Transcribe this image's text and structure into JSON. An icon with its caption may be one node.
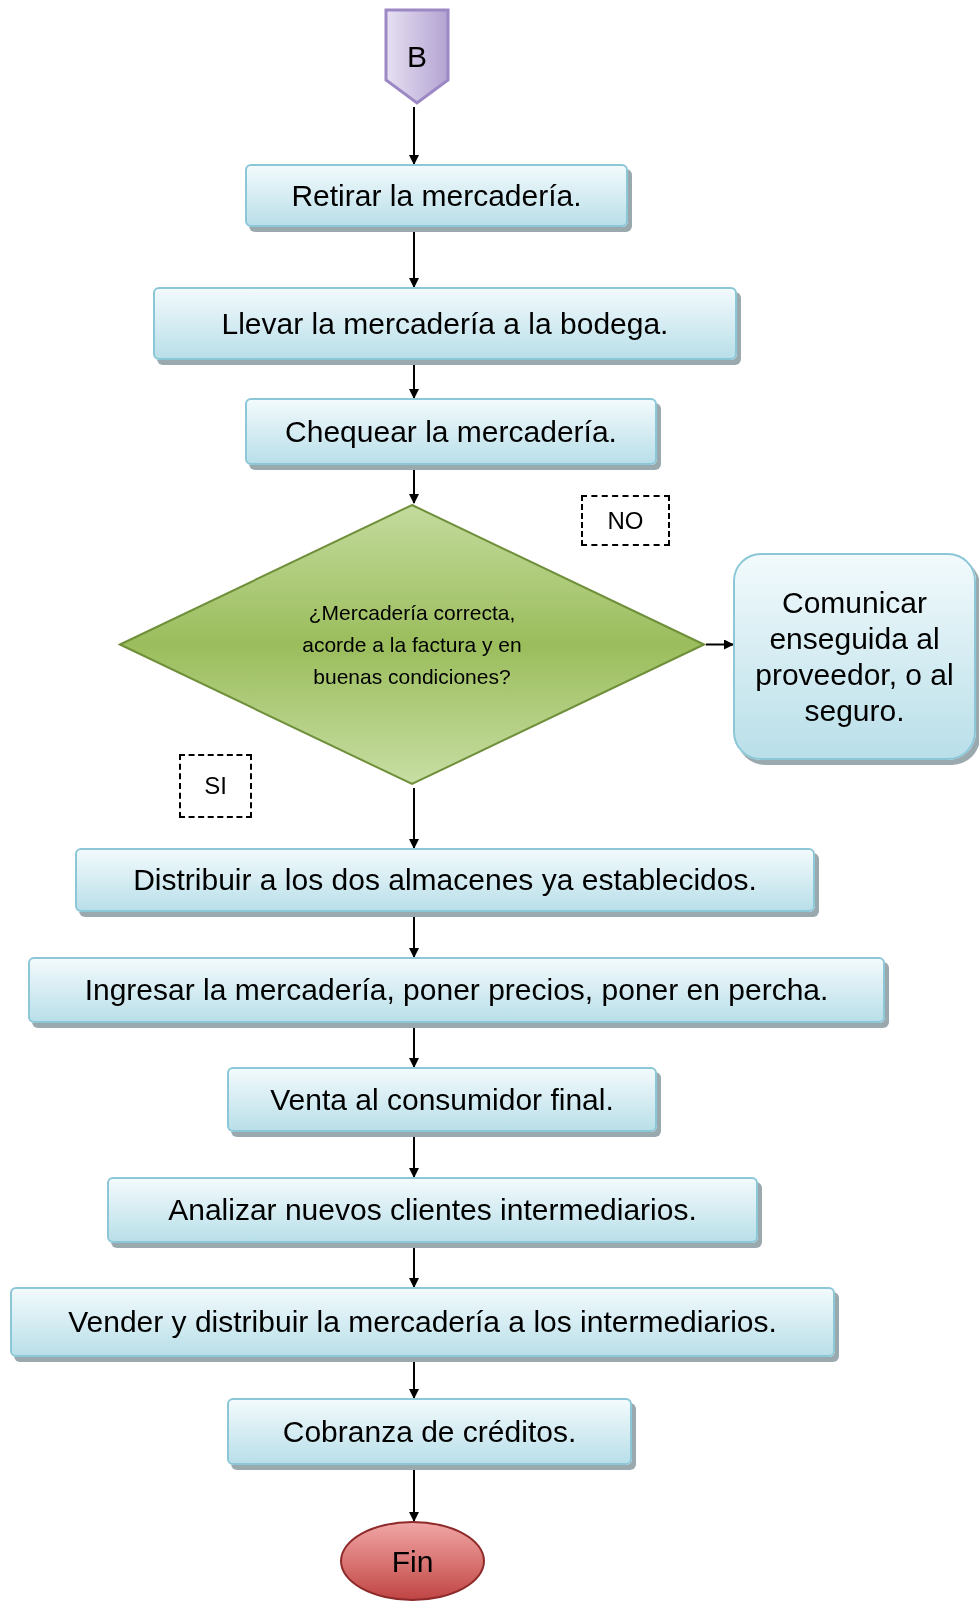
{
  "diagram": {
    "nodes": [
      {
        "text": [
          "B"
        ]
      },
      {
        "text": [
          "Retirar la mercadería."
        ]
      },
      {
        "text": [
          "Llevar la mercadería a la bodega."
        ]
      },
      {
        "text": [
          "Chequear la mercadería."
        ]
      },
      {
        "text": [
          "NO"
        ]
      },
      {
        "text": [
          "¿Mercadería correcta, acorde a la factura y en buenas condiciones?"
        ]
      },
      {
        "text": [
          "Comunicar enseguida al proveedor, o al seguro."
        ]
      },
      {
        "text": [
          "SI"
        ]
      },
      {
        "text": [
          "Distribuir a los dos almacenes ya establecidos."
        ]
      },
      {
        "text": [
          "Ingresar la mercadería, poner precios, poner en percha."
        ]
      },
      {
        "text": [
          "Venta al consumidor final."
        ]
      },
      {
        "text": [
          "Analizar nuevos clientes intermediarios."
        ]
      },
      {
        "text": [
          "Vender y distribuir la mercadería a los intermediarios."
        ]
      },
      {
        "text": [
          "Cobranza de créditos."
        ]
      },
      {
        "text": [
          "Fin"
        ]
      }
    ],
    "edges": [
      {
        "from": 0,
        "to": 1,
        "arrow": "to"
      },
      {
        "from": 1,
        "to": 2,
        "arrow": "to"
      },
      {
        "from": 2,
        "to": 3,
        "arrow": "to"
      },
      {
        "from": 3,
        "to": 5,
        "arrow": "to"
      },
      {
        "from": 5,
        "to": 6,
        "arrow": "to"
      },
      {
        "from": 5,
        "to": 8,
        "arrow": "to"
      },
      {
        "from": 8,
        "to": 9,
        "arrow": "to"
      },
      {
        "from": 9,
        "to": 10,
        "arrow": "to"
      },
      {
        "from": 10,
        "to": 11,
        "arrow": "to"
      },
      {
        "from": 11,
        "to": 12,
        "arrow": "to"
      },
      {
        "from": 12,
        "to": 13,
        "arrow": "to"
      },
      {
        "from": 13,
        "to": 14,
        "arrow": "to"
      }
    ]
  }
}
